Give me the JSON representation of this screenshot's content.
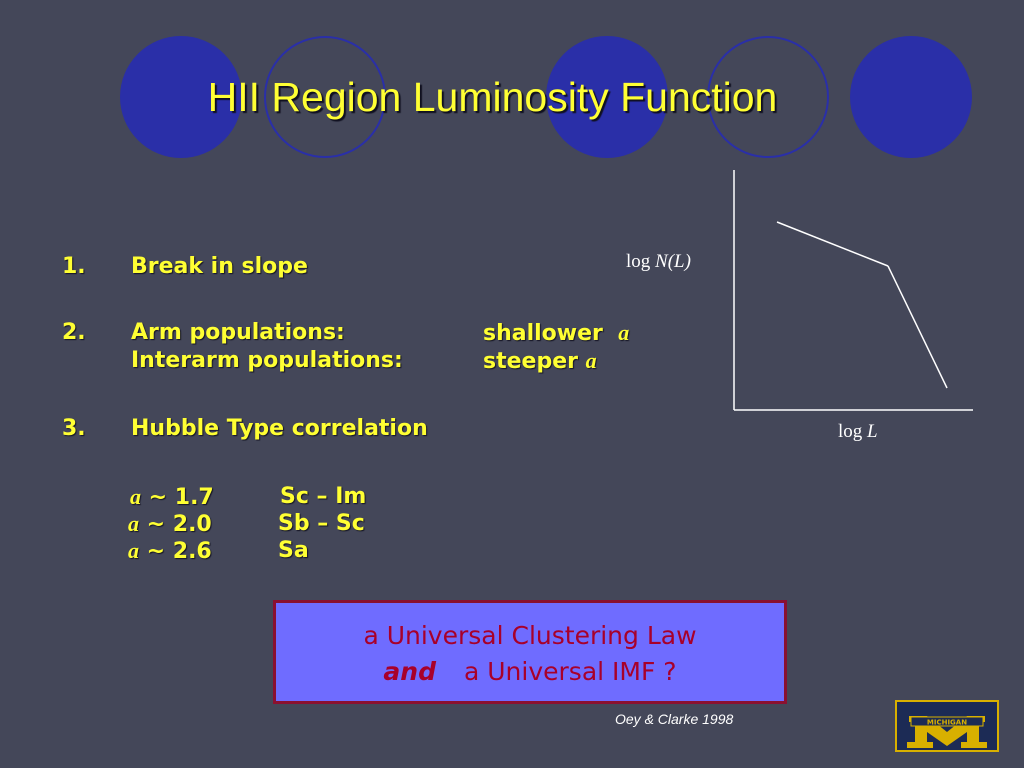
{
  "slide": {
    "title": "HII Region Luminosity Function",
    "items": [
      {
        "number": "1.",
        "text": "Break in slope"
      },
      {
        "number": "2.",
        "line1_label": "Arm populations:",
        "line1_value": "shallower",
        "line2_label": "Interarm populations:",
        "line2_value": "steeper",
        "symbol": "a"
      },
      {
        "number": "3.",
        "text": "Hubble Type correlation"
      }
    ],
    "correlations": [
      {
        "symbol": "a",
        "value": "~ 1.7",
        "type": "Sc – Im"
      },
      {
        "symbol": "a",
        "value": "~ 2.0",
        "type": "Sb – Sc"
      },
      {
        "symbol": "a",
        "value": "~ 2.6",
        "type": "Sa"
      }
    ],
    "graph": {
      "y_label_prefix": "log ",
      "y_label_var": "N(L)",
      "x_label_prefix": "log ",
      "x_label_var": "L"
    },
    "callout": {
      "line1": "a Universal Clustering Law",
      "and_word": "and",
      "line2": "a Universal  IMF ?"
    },
    "citation": "Oey & Clarke 1998",
    "logo_text": "MICHIGAN",
    "colors": {
      "background": "#444759",
      "title": "#ffff33",
      "deco_circle": "#2a2fa8",
      "callout_fill": "#6f6cff",
      "callout_border": "#8a1030",
      "callout_text": "#a8002a",
      "logo_maize": "#d8b000",
      "logo_blue": "#1c2b55"
    }
  }
}
